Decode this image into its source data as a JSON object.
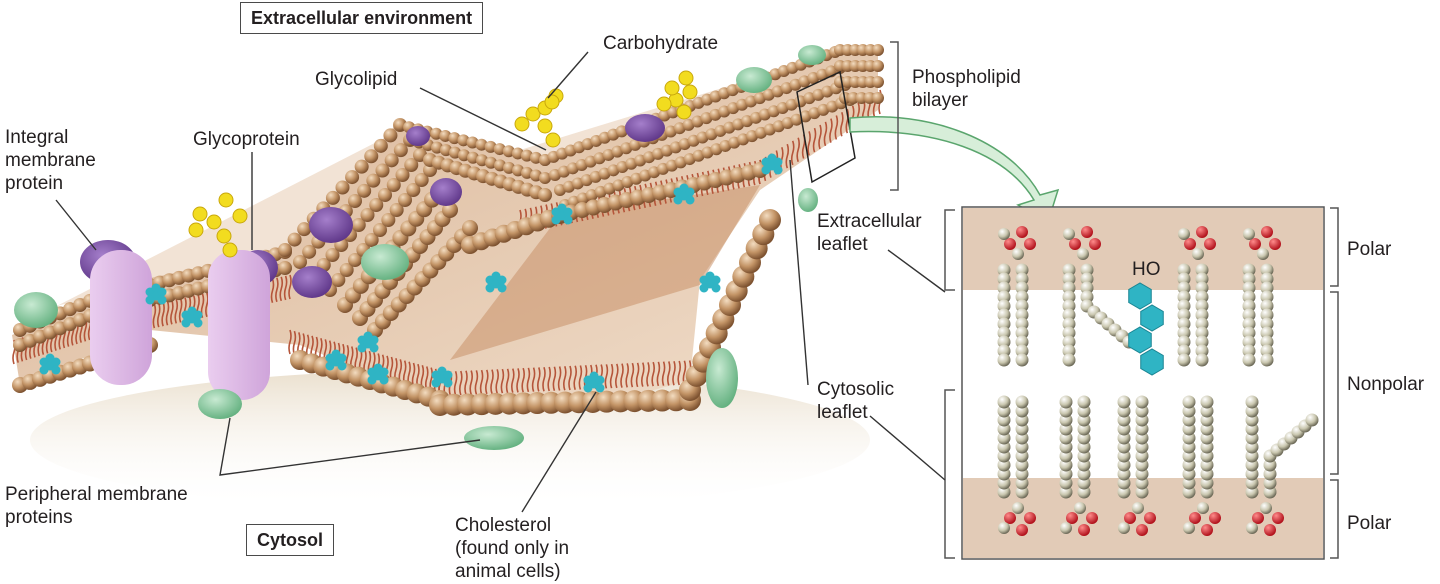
{
  "labels": {
    "extracellular_environment": "Extracellular environment",
    "carbohydrate": "Carbohydrate",
    "glycolipid": "Glycolipid",
    "phospholipid_bilayer": "Phospholipid\nbilayer",
    "integral_membrane_protein": "Integral\nmembrane\nprotein",
    "glycoprotein": "Glycoprotein",
    "extracellular_leaflet": "Extracellular\nleaflet",
    "cytosolic_leaflet": "Cytosolic\nleaflet",
    "peripheral_membrane_proteins": "Peripheral membrane\nproteins",
    "cytosol": "Cytosol",
    "cholesterol": "Cholesterol\n(found only in\nanimal cells)",
    "ho": "HO",
    "polar_top": "Polar",
    "nonpolar": "Nonpolar",
    "polar_bottom": "Polar"
  },
  "colors": {
    "phospholipid_head": "#b98a5a",
    "phospholipid_tail": "#b5553a",
    "glycolipid_purple": "#7e55a8",
    "integral_protein": "#d7b4e0",
    "peripheral_protein": "#8dc9a0",
    "carbohydrate": "#f2dc1f",
    "cholesterol": "#2fb4c4",
    "oxygen": "#d8262e",
    "inset_band": "#e2cbb7",
    "arrow_fill": "#d7eed9"
  }
}
